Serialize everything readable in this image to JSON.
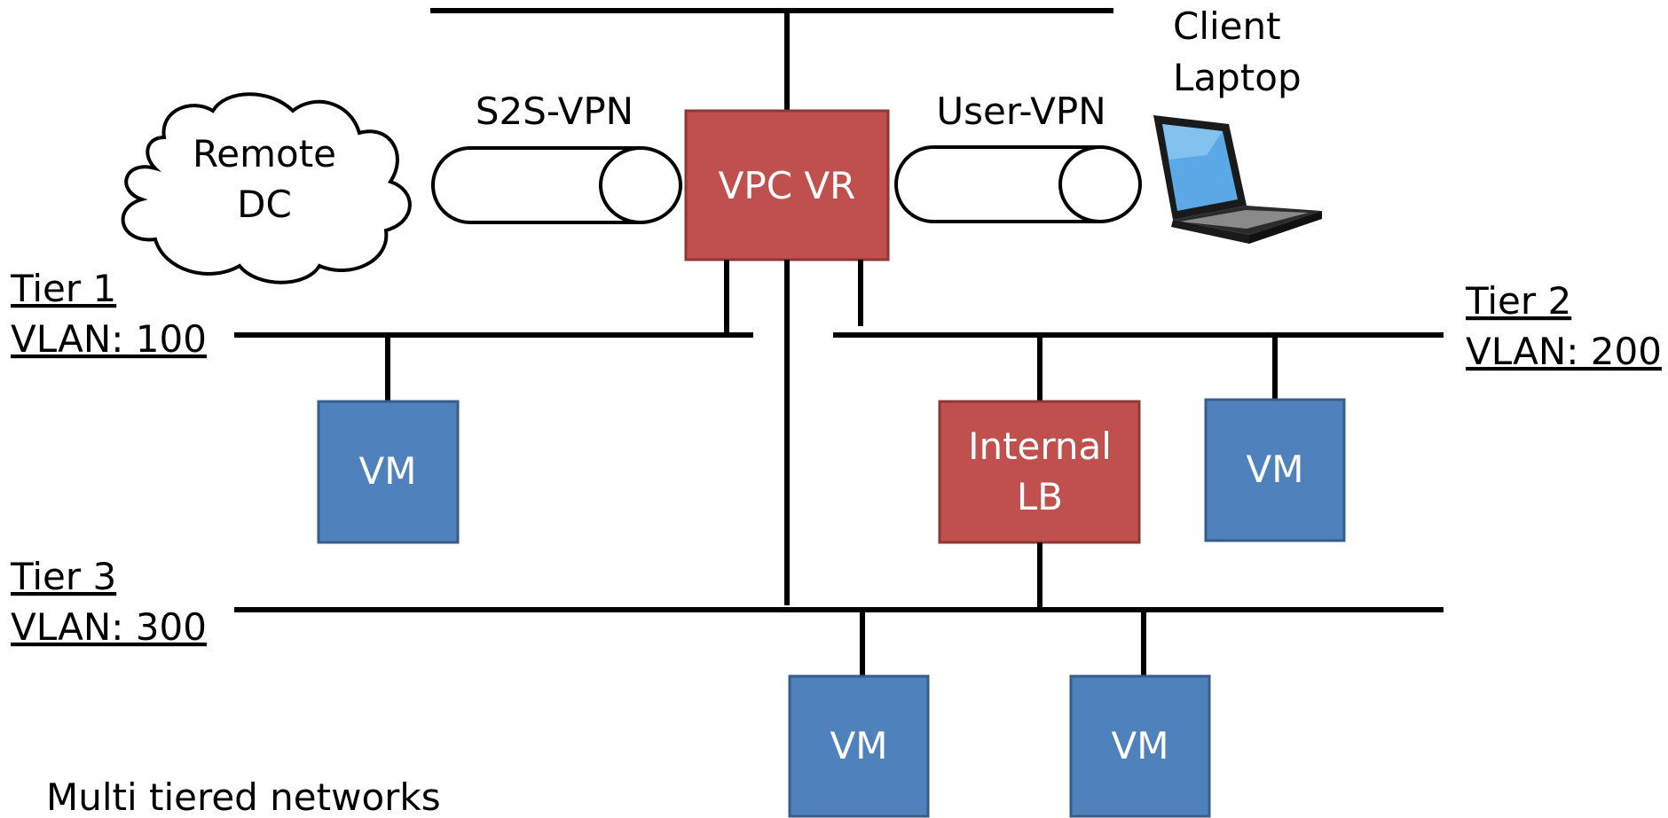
{
  "colors": {
    "vm_fill": "#4f81bd",
    "router_fill": "#c0504d",
    "line": "#000000"
  },
  "top_network": {},
  "router": {
    "label": "VPC VR"
  },
  "vpn": {
    "site_to_site_label": "S2S-VPN",
    "user_label": "User-VPN"
  },
  "remote_dc": {
    "line1": "Remote",
    "line2": "DC"
  },
  "client": {
    "line1": "Client",
    "line2": "Laptop",
    "icon": "laptop-icon"
  },
  "tiers": [
    {
      "name": "Tier 1",
      "vlan": "VLAN: 100"
    },
    {
      "name": "Tier 2",
      "vlan": "VLAN: 200"
    },
    {
      "name": "Tier 3",
      "vlan": "VLAN: 300"
    }
  ],
  "vms": [
    {
      "label": "VM"
    },
    {
      "label": "VM"
    },
    {
      "label": "VM"
    },
    {
      "label": "VM"
    }
  ],
  "internal_lb": {
    "line1": "Internal",
    "line2": "LB"
  },
  "caption": "Multi tiered networks"
}
